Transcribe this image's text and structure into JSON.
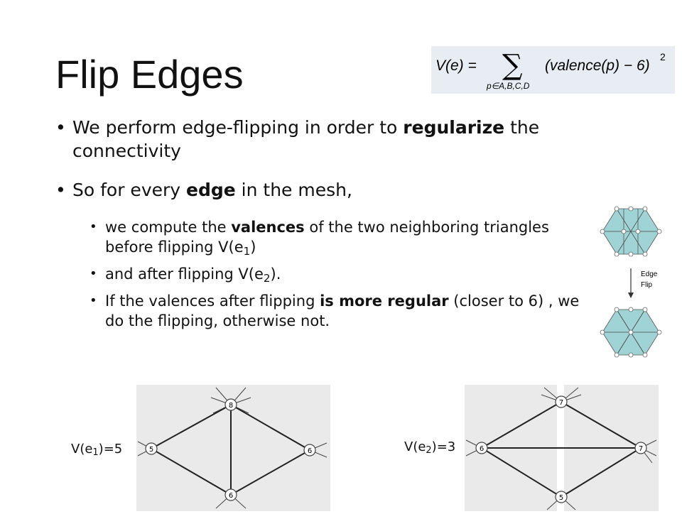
{
  "title": "Flip Edges",
  "formula": {
    "lhs": "V(e) =",
    "sigma": "∑",
    "subscript": "p∈A,B,C,D",
    "rhs": "(valence(p) − 6)",
    "exponent": "2"
  },
  "bullets": {
    "b1": {
      "pre": "We perform edge-flipping  in order to ",
      "bold": "regularize",
      "post": " the connectivity"
    },
    "b2": {
      "pre": "So for every ",
      "bold": "edge",
      "post": " in the mesh,"
    },
    "s1": {
      "pre": "we compute the ",
      "bold": "valences",
      "post": " of the two neighboring triangles before flipping V(e",
      "sub": "1",
      "end": ")"
    },
    "s2": {
      "pre": "and after flipping V(e",
      "sub": "2",
      "end": ")."
    },
    "s3": {
      "pre": "If the valences after flipping ",
      "bold": "is more regular",
      "post": " (closer to 6) , we do the flipping, otherwise not."
    }
  },
  "mesh_figure": {
    "arrow_label_1": "Edge",
    "arrow_label_2": "Flip",
    "fill_color": "#9fd3d6"
  },
  "diagram1": {
    "label_pre": "V(e",
    "label_sub": "1",
    "label_post": ")=5",
    "top": "8",
    "left": "5",
    "right": "6",
    "bottom": "6"
  },
  "diagram2": {
    "label_pre": "V(e",
    "label_sub": "2",
    "label_post": ")=3",
    "top": "7",
    "left": "6",
    "right": "7",
    "bottom": "5"
  }
}
